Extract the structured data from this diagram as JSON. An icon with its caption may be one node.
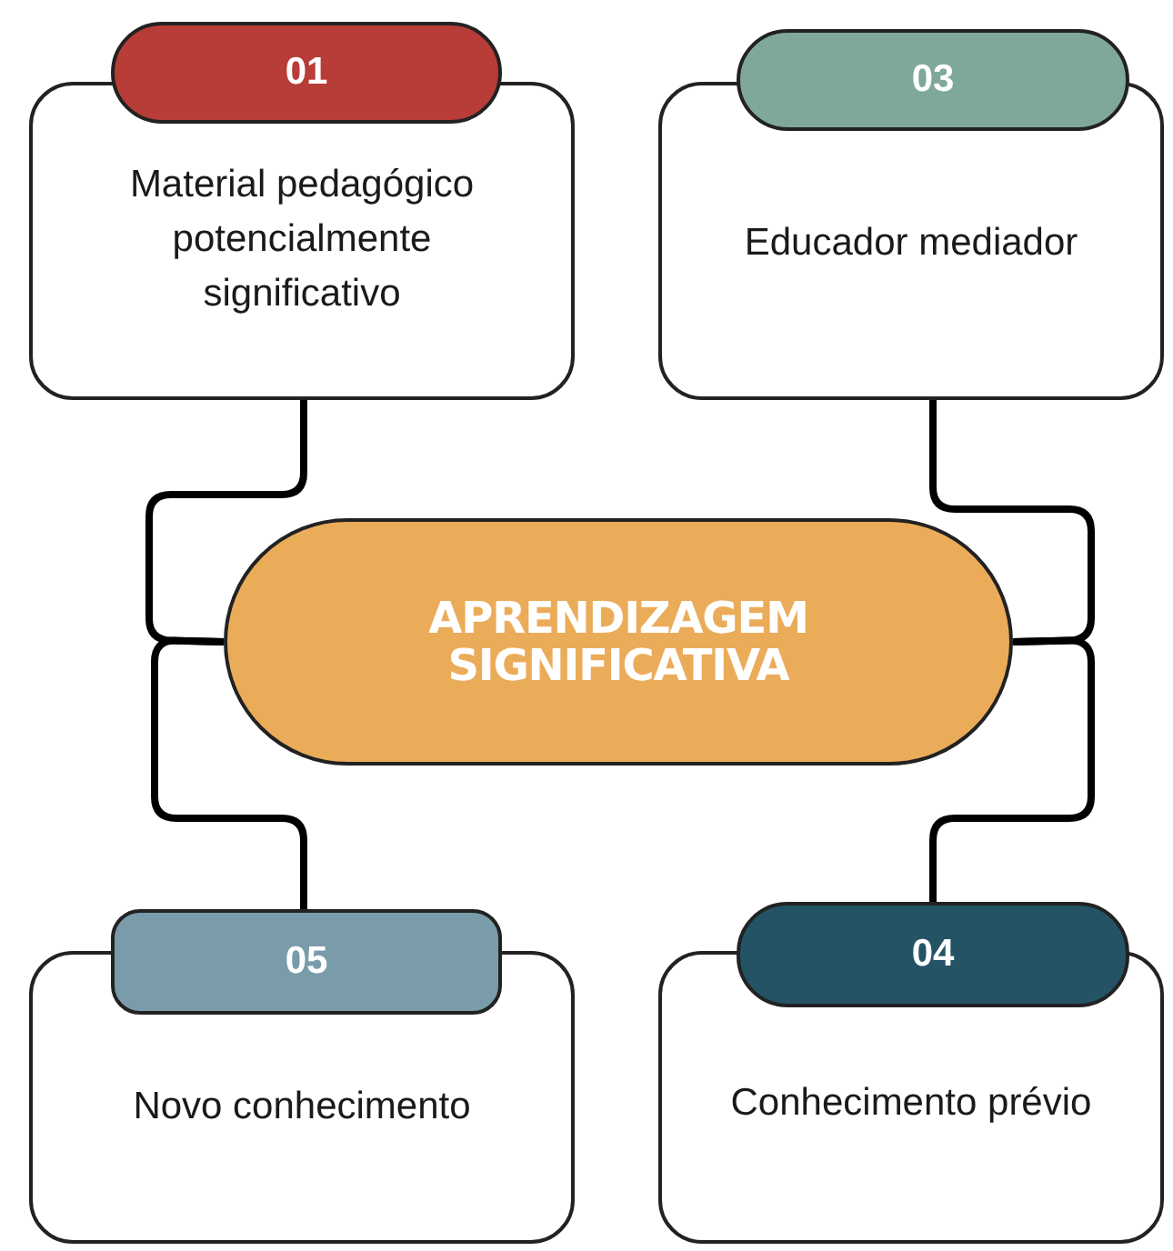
{
  "diagram": {
    "nodes": [
      {
        "text": [
          "01",
          "Material pedagógico potencialmente significativo"
        ]
      },
      {
        "text": [
          "03",
          "Educador mediador"
        ]
      },
      {
        "text": [
          "APRENDIZAGEM SIGNIFICATIVA"
        ]
      },
      {
        "text": [
          "05",
          "Novo conhecimento"
        ]
      },
      {
        "text": [
          "04",
          "Conhecimento prévio"
        ]
      }
    ],
    "edges": [
      {
        "from": 0,
        "to": 2,
        "arrow": "none"
      },
      {
        "from": 1,
        "to": 2,
        "arrow": "none"
      },
      {
        "from": 2,
        "to": 3,
        "arrow": "none"
      },
      {
        "from": 2,
        "to": 4,
        "arrow": "none"
      }
    ]
  }
}
